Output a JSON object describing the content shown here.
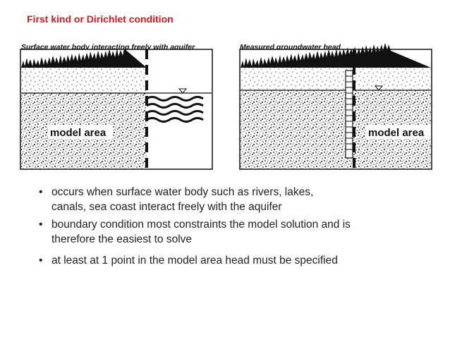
{
  "title": "First kind or Dirichlet condition",
  "figures": [
    {
      "caption": "Surface water body interacting freely with aquifer",
      "area_label": "model area"
    },
    {
      "caption": "Measured groundwater head",
      "area_label": "model area"
    }
  ],
  "bullets": [
    {
      "line1": "occurs when surface water body such as rivers, lakes,",
      "line2": "canals, sea coast interact freely with the aquifer"
    },
    {
      "line1": "boundary condition most constraints the model solution and is",
      "line2": "therefore the easiest to solve"
    },
    {
      "line1": "at least at 1 point in the model area head must be specified"
    }
  ]
}
